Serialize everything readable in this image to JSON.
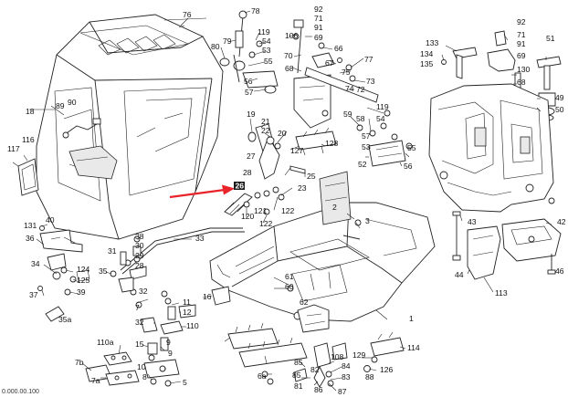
{
  "diagram": {
    "doc_id": "0.000.00.100",
    "highlight_color": "#e8232a",
    "highlighted_part": "26",
    "callouts": {
      "c76": "76",
      "c78": "78",
      "c80": "80",
      "c79": "79",
      "c119a": "119",
      "c54a": "54",
      "c53a": "53",
      "c55": "55",
      "c56": "56",
      "c57": "57",
      "c92a": "92",
      "c71a": "71",
      "c91a": "91",
      "c106": "106",
      "c69a": "69",
      "c70": "70",
      "c66": "66",
      "c67": "67",
      "c77": "77",
      "c75": "75",
      "c73": "73",
      "c74": "74",
      "c72": "72",
      "c133": "133",
      "c134": "134",
      "c135": "135",
      "c92b": "92",
      "c71b": "71",
      "c91b": "91",
      "c69b": "69",
      "c51": "51",
      "c130": "130",
      "c68": "68",
      "c49": "49",
      "c50": "50",
      "c18": "18",
      "c89": "89",
      "c90": "90",
      "c117": "117",
      "c116": "116",
      "c19": "19",
      "c21": "21",
      "c20": "20",
      "c22": "22",
      "c127": "127",
      "c128": "128",
      "c59": "59",
      "c119b": "119",
      "c54b": "54",
      "c58": "58",
      "c53b": "53",
      "c57b": "57",
      "c52": "52",
      "c55b": "55",
      "c56b": "56",
      "c28": "28",
      "c27": "27",
      "c25": "25",
      "c26": "26",
      "c23": "23",
      "c122a": "122",
      "c120": "120",
      "c121": "121",
      "c122b": "122",
      "c2": "2",
      "c3": "3",
      "c42": "42",
      "c43": "43",
      "c44": "44",
      "c113": "113",
      "c46": "46",
      "c131": "131",
      "c40": "40",
      "c36": "36",
      "c33": "33",
      "c38": "38",
      "c31": "31",
      "c30": "30",
      "c29": "29",
      "c28b": "28",
      "c34": "34",
      "c124": "124",
      "c125": "125",
      "c35": "35",
      "c39": "39",
      "c37": "37",
      "c35a": "35a",
      "c61": "61",
      "c60": "60",
      "c62": "62",
      "c16": "16",
      "c32": "32",
      "c11": "11",
      "c12": "12",
      "c7": "7",
      "c110": "110",
      "c1": "1",
      "c32b": "32",
      "c15": "15",
      "c9a": "9",
      "c110a": "110a",
      "c7b": "7b",
      "c7a": "7a",
      "c10": "10",
      "c9b": "9",
      "c8": "8",
      "c5": "5",
      "c6a": "6a",
      "c85a": "85",
      "c85b": "85",
      "c81": "81",
      "c108": "108",
      "c84": "84",
      "c83": "83",
      "c82": "82",
      "c86": "86",
      "c87": "87",
      "c129": "129",
      "c114": "114",
      "c126": "126",
      "c88": "88"
    }
  }
}
